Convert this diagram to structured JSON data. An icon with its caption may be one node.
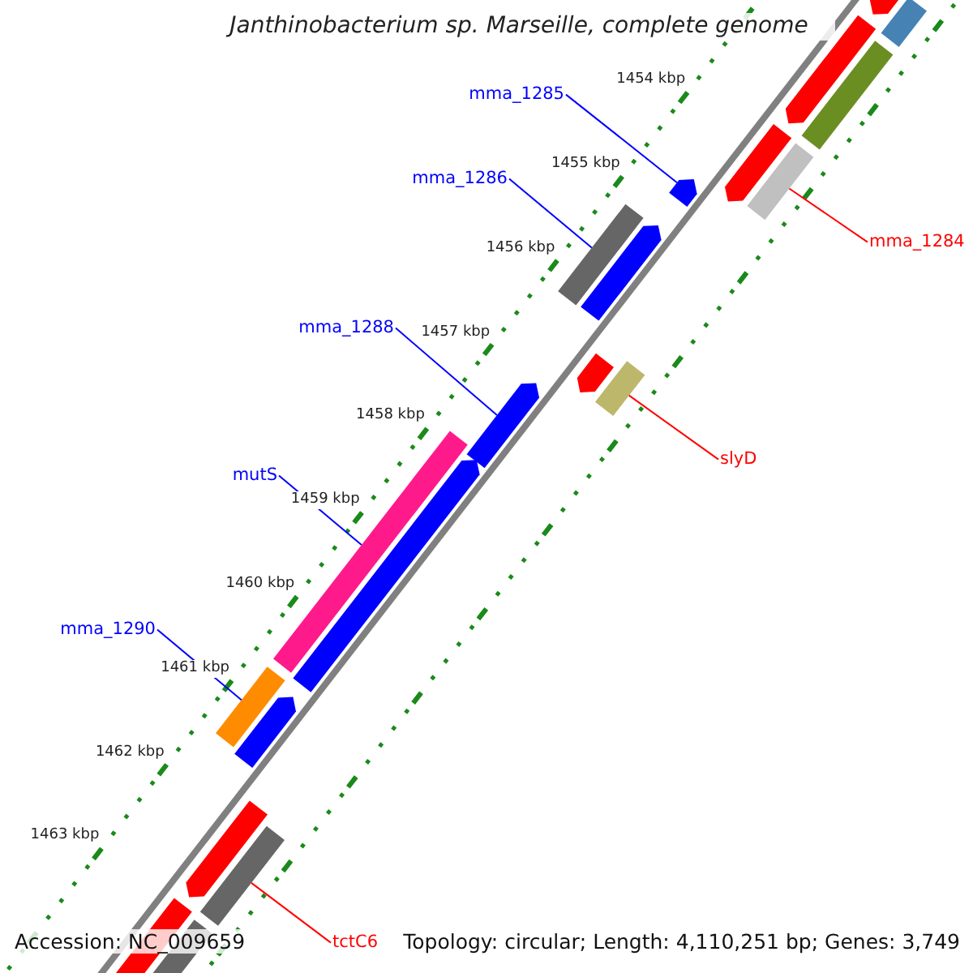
{
  "diagram": {
    "title": "Janthinobacterium sp. Marseille, complete genome",
    "nodes": [
      {
        "text": [
          "mma_1285"
        ]
      },
      {
        "text": [],
        "shape": "arrow"
      },
      {
        "text": [
          "mma_1286"
        ]
      },
      {
        "text": [],
        "shape": "bar"
      },
      {
        "text": [
          "mma_1288"
        ]
      },
      {
        "text": [],
        "shape": "arrow"
      },
      {
        "text": [
          "mutS"
        ]
      },
      {
        "text": [],
        "shape": "bar"
      },
      {
        "text": [
          "mma_1290"
        ]
      },
      {
        "text": [],
        "shape": "bar"
      },
      {
        "text": [
          "mma_1284"
        ]
      },
      {
        "text": [],
        "shape": "bar"
      },
      {
        "text": [
          "slyD"
        ]
      },
      {
        "text": [],
        "shape": "bar"
      },
      {
        "text": [
          "tctC6"
        ]
      },
      {
        "text": [],
        "shape": "bar"
      }
    ],
    "edges": [
      {
        "from": 0,
        "to": 1,
        "arrow": "none"
      },
      {
        "from": 2,
        "to": 3,
        "arrow": "none"
      },
      {
        "from": 4,
        "to": 5,
        "arrow": "none"
      },
      {
        "from": 6,
        "to": 7,
        "arrow": "none"
      },
      {
        "from": 8,
        "to": 9,
        "arrow": "none"
      },
      {
        "from": 10,
        "to": 11,
        "arrow": "none",
        "color": "#ff0000"
      },
      {
        "from": 12,
        "to": 13,
        "arrow": "none",
        "color": "#ff0000"
      },
      {
        "from": 14,
        "to": 15,
        "arrow": "none",
        "color": "#ff0000"
      }
    ],
    "labels": [
      "1454 kbp",
      "1455 kbp",
      "1456 kbp",
      "1457 kbp",
      "1458 kbp",
      "1459 kbp",
      "1460 kbp",
      "1461 kbp",
      "1462 kbp",
      "1463 kbp",
      "Accession: NC_009659",
      "Topology: circular; Length: 4,110,251 bp; Genes: 3,749"
    ]
  }
}
